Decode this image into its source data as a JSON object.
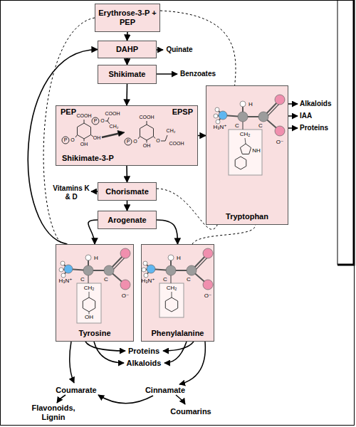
{
  "diagram": {
    "nodes": [
      {
        "text": [
          "Erythrose-3-P + PEP"
        ]
      },
      {
        "text": [
          "DAHP"
        ]
      },
      {
        "text": [
          "Shikimate"
        ]
      },
      {
        "text": [
          "PEP",
          "EPSP",
          "Shikimate-3-P"
        ]
      },
      {
        "text": [
          "Tryptophan"
        ]
      },
      {
        "text": [
          "Chorismate"
        ]
      },
      {
        "text": [
          "Arogenate"
        ]
      },
      {
        "text": [
          "Tyrosine"
        ]
      },
      {
        "text": [
          "Phenylalanine"
        ]
      }
    ],
    "edges": [
      {
        "from": 0,
        "to": 1,
        "arrow": "to"
      },
      {
        "from": 1,
        "to": 2,
        "arrow": "to"
      },
      {
        "from": 2,
        "to": 3,
        "arrow": "to"
      },
      {
        "from": 3,
        "to": 5,
        "arrow": "to"
      },
      {
        "from": 5,
        "to": 6,
        "arrow": "to"
      },
      {
        "from": 6,
        "to": 7,
        "arrow": "to"
      },
      {
        "from": 6,
        "to": 8,
        "arrow": "to"
      },
      {
        "from": 3,
        "to": 4,
        "arrow": "to"
      },
      {
        "from": 7,
        "to": 1,
        "arrow": "to"
      },
      {
        "from": 0,
        "to": 7,
        "arrow": "none"
      },
      {
        "from": 0,
        "to": 4,
        "arrow": "none"
      },
      {
        "from": 5,
        "to": 4,
        "arrow": "none"
      },
      {
        "from": 8,
        "to": 4,
        "arrow": "none"
      }
    ],
    "labels": [
      "Quinate",
      "Benzoates",
      "Alkaloids",
      "IAA",
      "Proteins",
      "Vitamins K & D",
      "Proteins",
      "Alkaloids",
      "Coumarate",
      "Cinnamate",
      "Flavonoids, Lignin",
      "Coumarins",
      "H",
      "C",
      "C",
      "H₃N⁺",
      "CH₂",
      "NH",
      "O⁻",
      "H",
      "C",
      "C",
      "H₃N⁺",
      "CH₂",
      "OH",
      "O⁻",
      "H",
      "C",
      "C",
      "H₃N⁺",
      "CH₂",
      "O⁻",
      "COOH",
      "P",
      "O",
      "OH",
      "OH",
      "P",
      "O",
      "CH₂",
      "COOH",
      "COOH",
      "P",
      "O",
      "OH",
      "O",
      "CH₂",
      "COOH"
    ]
  }
}
